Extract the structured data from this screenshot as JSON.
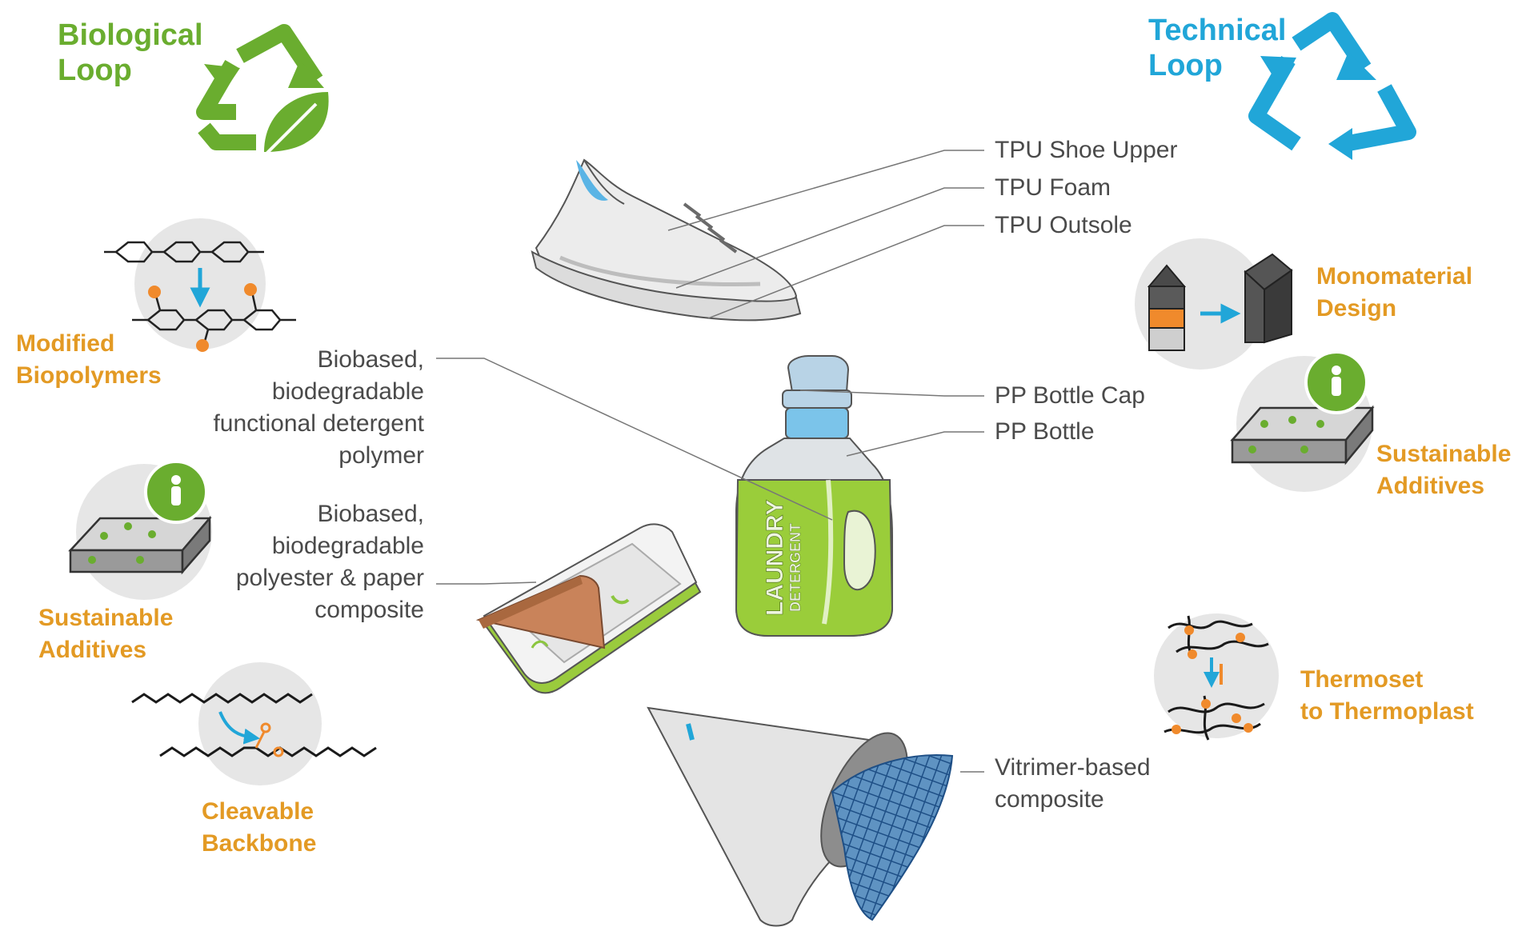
{
  "loops": {
    "biological": {
      "line1": "Biological",
      "line2": "Loop",
      "color": "#6aad2f"
    },
    "technical": {
      "line1": "Technical",
      "line2": "Loop",
      "color": "#21a6d8"
    }
  },
  "left_features": {
    "modified_biopolymers": {
      "line1": "Modified",
      "line2": "Biopolymers"
    },
    "sustainable_additives": {
      "line1": "Sustainable",
      "line2": "Additives"
    },
    "cleavable_backbone": {
      "line1": "Cleavable",
      "line2": "Backbone"
    }
  },
  "right_features": {
    "monomaterial_design": {
      "line1": "Monomaterial",
      "line2": "Design"
    },
    "sustainable_additives": {
      "line1": "Sustainable",
      "line2": "Additives"
    },
    "thermoset": {
      "line1": "Thermoset",
      "line2": "to Thermoplast"
    }
  },
  "shoe_labels": {
    "upper": "TPU Shoe Upper",
    "foam": "TPU Foam",
    "outsole": "TPU Outsole"
  },
  "bottle_labels": {
    "cap": "PP Bottle Cap",
    "bottle": "PP Bottle"
  },
  "bottle_print": {
    "line1": "LAUNDRY",
    "line2": "DETERGENT"
  },
  "detergent_polymer": {
    "line1": "Biobased,",
    "line2": "biodegradable",
    "line3": "functional detergent",
    "line4": "polymer"
  },
  "tray_composite": {
    "line1": "Biobased,",
    "line2": "biodegradable",
    "line3": "polyester & paper",
    "line4": "composite"
  },
  "vitrimer": {
    "line1": "Vitrimer-based",
    "line2": "composite"
  },
  "colors": {
    "feature_orange": "#e39a24",
    "label_gray": "#4a4a4a",
    "detergent_green": "#9acd3a",
    "accent_blue": "#21a6d8"
  }
}
